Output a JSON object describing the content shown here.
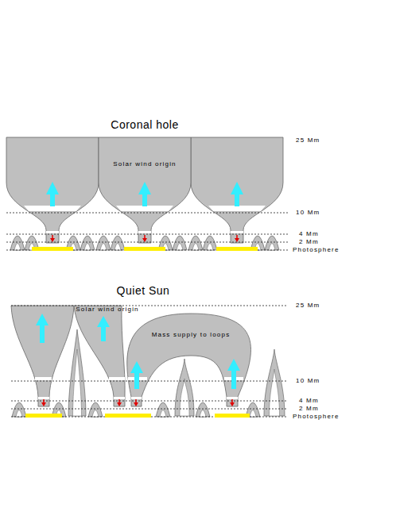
{
  "diagram": {
    "nodes": [
      {
        "text": [
          "Solar wind origin"
        ]
      },
      {
        "text": [
          "Solar wind origin"
        ]
      },
      {
        "text": [
          "Mass supply to loops"
        ]
      }
    ],
    "labels": [
      "Coronal hole",
      "25 Mm",
      "10 Mm",
      "4 Mm",
      "2 Mm",
      "Photosphere",
      "Quiet Sun",
      "25 Mm",
      "10 Mm",
      "4 Mm",
      "2 Mm",
      "Photosphere"
    ]
  }
}
